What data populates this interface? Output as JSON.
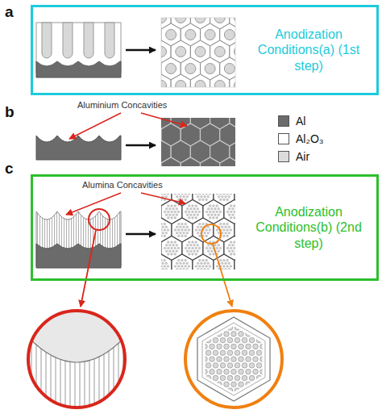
{
  "diagram": {
    "nodes": [
      {
        "text": [
          "Anodization Conditions(a) (1st step)"
        ]
      },
      {
        "text": [
          "Anodization Conditions(b) (2nd step)"
        ]
      }
    ],
    "labels": [
      "a",
      "b",
      "Aluminium Concavities",
      "c",
      "Alumina Concavities"
    ],
    "legend": [
      {
        "text": "Al",
        "color": "#6b6b6b"
      },
      {
        "text": "Al₂O₃",
        "color": "#ffffff"
      },
      {
        "text": "Air",
        "color": "#dcdcdc"
      }
    ]
  }
}
